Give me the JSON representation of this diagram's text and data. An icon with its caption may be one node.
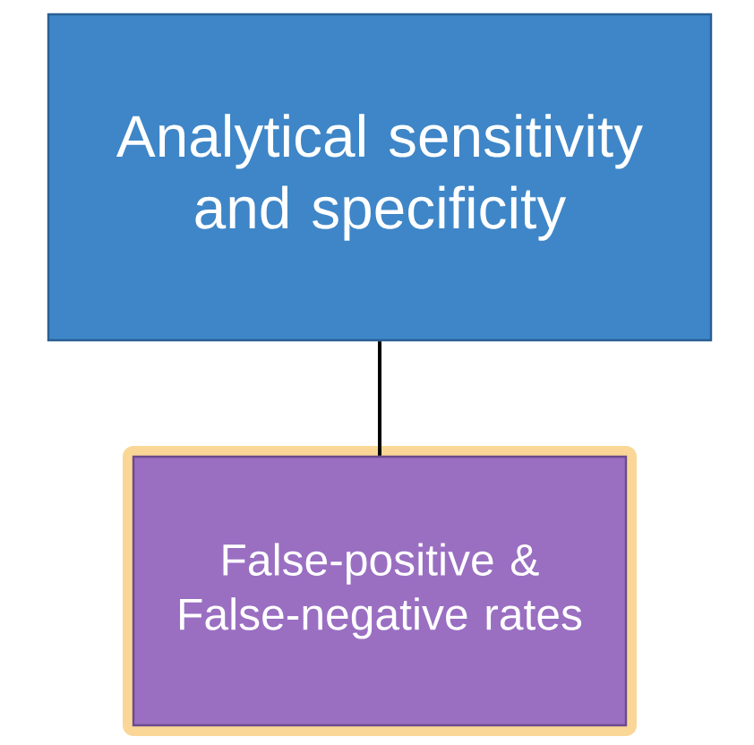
{
  "diagram": {
    "nodes": [
      {
        "text": [
          "Analytical sensitivity and specificity"
        ]
      },
      {
        "text": [
          "False-positive & False-negative rates"
        ]
      }
    ],
    "edges": [
      {
        "from": 0,
        "to": 1,
        "arrow": "none"
      }
    ]
  }
}
